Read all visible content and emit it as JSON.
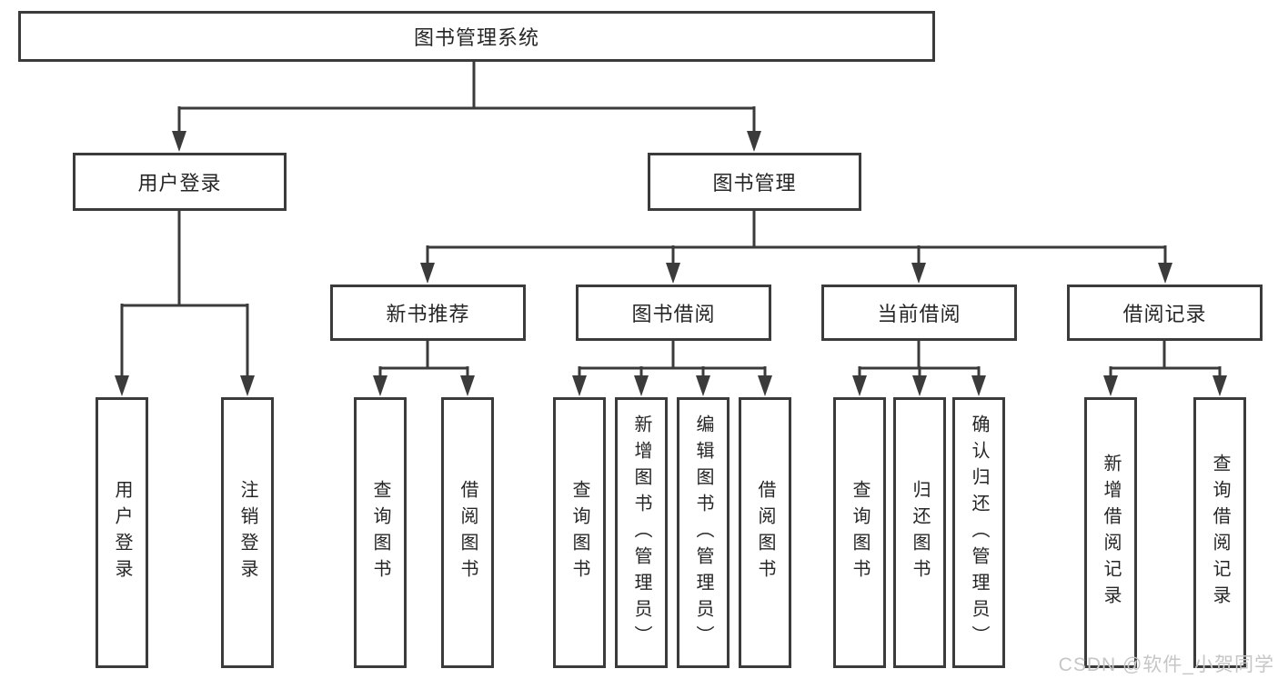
{
  "diagram": {
    "root": "图书管理系统",
    "login_branch": {
      "label": "用户登录",
      "children": [
        "用户登录",
        "注销登录"
      ]
    },
    "mgmt_branch": {
      "label": "图书管理",
      "sections": [
        {
          "label": "新书推荐",
          "children": [
            "查询图书",
            "借阅图书"
          ]
        },
        {
          "label": "图书借阅",
          "children": [
            "查询图书",
            "新增图书（管理员）",
            "编辑图书（管理员）",
            "借阅图书"
          ]
        },
        {
          "label": "当前借阅",
          "children": [
            "查询图书",
            "归还图书",
            "确认归还（管理员）"
          ]
        },
        {
          "label": "借阅记录",
          "children": [
            "新增借阅记录",
            "查询借阅记录"
          ]
        }
      ]
    }
  },
  "watermark": "CSDN @软件_小贺同学",
  "colors": {
    "line": "#3b3b3b",
    "text": "#262626",
    "box_background": "#ffffff",
    "watermark": "#c6c6c6",
    "background": "#ffffff"
  }
}
